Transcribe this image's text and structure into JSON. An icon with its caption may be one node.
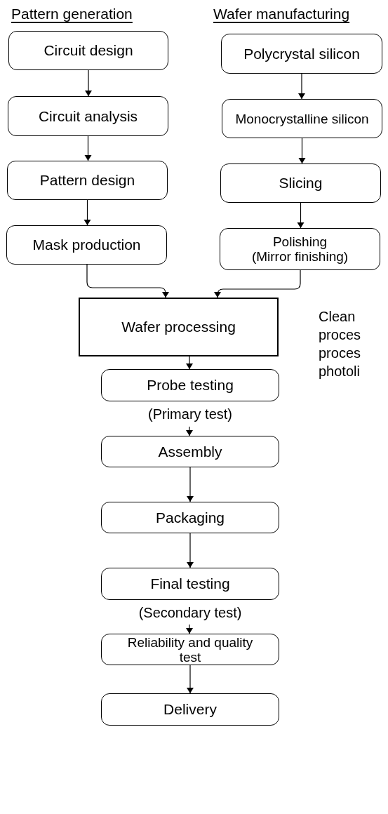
{
  "diagram": {
    "nodes": [
      {
        "text": [
          "Circuit design"
        ]
      },
      {
        "text": [
          "Circuit analysis"
        ]
      },
      {
        "text": [
          "Pattern design"
        ]
      },
      {
        "text": [
          "Mask production"
        ]
      },
      {
        "text": [
          "Polycrystal silicon"
        ]
      },
      {
        "text": [
          "Monocrystalline silicon"
        ]
      },
      {
        "text": [
          "Slicing"
        ]
      },
      {
        "text": [
          "Polishing",
          "(Mirror finishing)"
        ]
      },
      {
        "text": [
          "Wafer processing"
        ],
        "beside": [
          "Clean proces proces photoli"
        ]
      },
      {
        "text": [
          "Probe testing"
        ],
        "beside": [
          "(Primary test)"
        ]
      },
      {
        "text": [
          "Assembly"
        ]
      },
      {
        "text": [
          "Packaging"
        ]
      },
      {
        "text": [
          "Final testing"
        ],
        "beside": [
          "(Secondary test)"
        ]
      },
      {
        "text": [
          "Reliability and quality test"
        ]
      },
      {
        "text": [
          "Delivery"
        ]
      }
    ],
    "edges": [
      {
        "from": 0,
        "to": 1,
        "arrow": "to"
      },
      {
        "from": 1,
        "to": 2,
        "arrow": "to"
      },
      {
        "from": 2,
        "to": 3,
        "arrow": "to"
      },
      {
        "from": 4,
        "to": 5,
        "arrow": "to"
      },
      {
        "from": 5,
        "to": 6,
        "arrow": "to"
      },
      {
        "from": 6,
        "to": 7,
        "arrow": "to"
      },
      {
        "from": 3,
        "to": 8,
        "arrow": "to"
      },
      {
        "from": 7,
        "to": 8,
        "arrow": "to"
      },
      {
        "from": 8,
        "to": 9,
        "arrow": "to"
      },
      {
        "from": 9,
        "to": 10,
        "arrow": "to"
      },
      {
        "from": 10,
        "to": 11,
        "arrow": "to"
      },
      {
        "from": 11,
        "to": 12,
        "arrow": "to"
      },
      {
        "from": 12,
        "to": 13,
        "arrow": "to"
      },
      {
        "from": 13,
        "to": 14,
        "arrow": "to"
      }
    ],
    "labels": [
      "Pattern generation",
      "Wafer manufacturing"
    ]
  }
}
